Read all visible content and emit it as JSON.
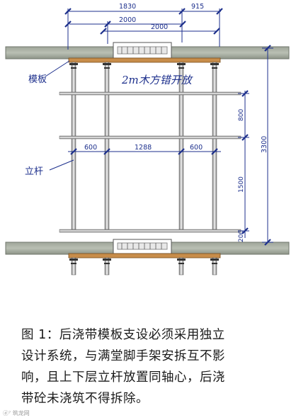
{
  "diagram": {
    "dimensions": {
      "top_1830": "1830",
      "top_915": "915",
      "span_2000_a": "2000",
      "span_2000_b": "2000",
      "bay_600_left": "600",
      "bay_1288": "1288",
      "bay_600_right": "600",
      "step_800": "800",
      "step_1500": "1500",
      "step_200": "200",
      "height_3300": "3300"
    },
    "labels": {
      "formwork": "模板",
      "timber_note": "2m木方错开放",
      "pole": "立杆"
    }
  },
  "caption": {
    "line1": "图 1：后浇带模板支设必须采用独立",
    "line2": "设计系统，与满堂脚手架安拆互不影",
    "line3": "响，且上下层立杆放置同轴心，后浇",
    "line4": "带砼未浇筑不得拆除。"
  },
  "watermark": "ⓓ⁷ 筑龙网"
}
